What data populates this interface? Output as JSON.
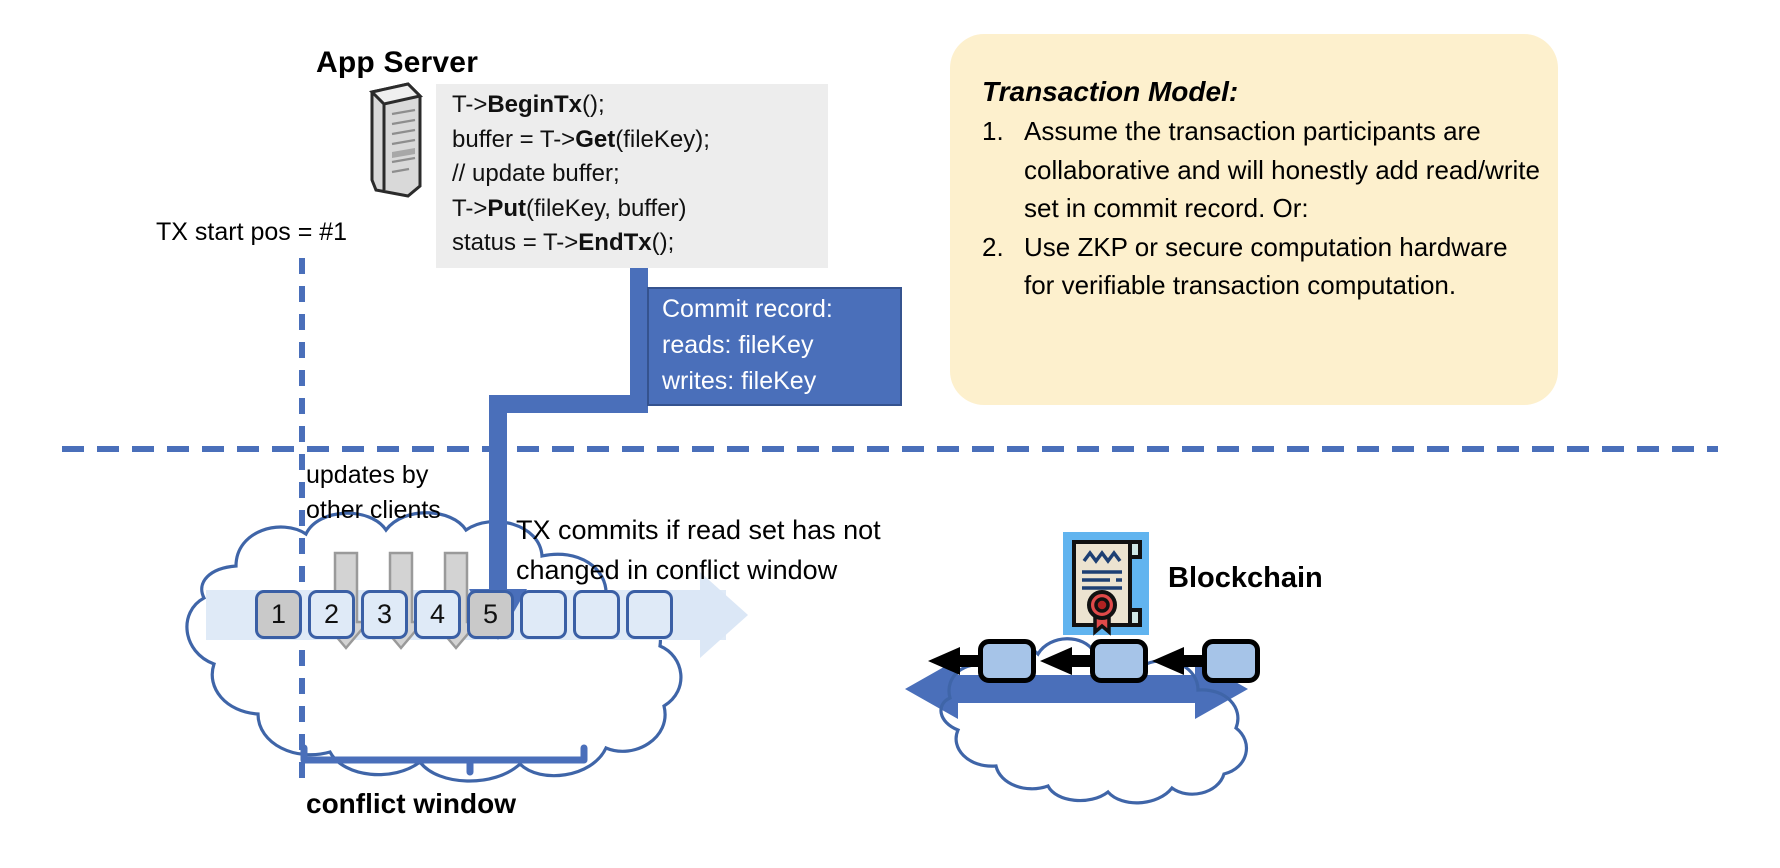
{
  "app_server": {
    "title": "App Server",
    "icon": "server-tower-icon",
    "code_lines": [
      {
        "pre": "T->",
        "bold": "BeginTx",
        "post": "();"
      },
      {
        "pre": "buffer = T->",
        "bold": "Get",
        "post": "(fileKey);"
      },
      {
        "pre": "// update buffer;",
        "bold": "",
        "post": ""
      },
      {
        "pre": "T->",
        "bold": "Put",
        "post": "(fileKey, buffer)"
      },
      {
        "pre": "status = T->",
        "bold": "EndTx",
        "post": "();"
      }
    ]
  },
  "tx_start_pos_label": "TX start pos = #1",
  "commit_record": {
    "title": "Commit record:",
    "reads": "reads: fileKey",
    "writes": "writes: fileKey",
    "fill_color": "#4a6fba",
    "border_color": "#35538f"
  },
  "transaction_model": {
    "title": "Transaction Model:",
    "card_color": "#fdf0cd",
    "items": [
      {
        "num": "1.",
        "text": "Assume the transaction participants are collaborative and will honestly add read/write set in commit record.  Or:"
      },
      {
        "num": "2.",
        "text": "Use ZKP or secure computation hardware for verifiable transaction computation."
      }
    ]
  },
  "updates_label": {
    "line1": "updates by",
    "line2": "other clients"
  },
  "tx_commits_label": {
    "line1": "TX commits if read set has not",
    "line2": "changed in conflict window"
  },
  "log": {
    "cells": [
      {
        "label": "1",
        "fill": "gray"
      },
      {
        "label": "2",
        "fill": "blue"
      },
      {
        "label": "3",
        "fill": "blue"
      },
      {
        "label": "4",
        "fill": "blue"
      },
      {
        "label": "5",
        "fill": "gray"
      },
      {
        "label": "",
        "fill": "empty"
      },
      {
        "label": "",
        "fill": "empty"
      },
      {
        "label": "",
        "fill": "empty"
      }
    ],
    "conflict_window_label": "conflict window",
    "update_arrow_count": 3,
    "cell_border_color": "#3a5fa5",
    "gray_fill": "#c9c9c9",
    "blue_fill": "#dfeaf7"
  },
  "blockchain": {
    "label": "Blockchain",
    "icon": "certificate-seal-icon",
    "block_count": 3,
    "block_fill": "#a6c4e8"
  },
  "colors": {
    "accent_blue": "#4a6fba",
    "dashed_line": "#4a6fba",
    "cloud_stroke": "#3f65a8",
    "code_panel_bg": "#ededed"
  }
}
